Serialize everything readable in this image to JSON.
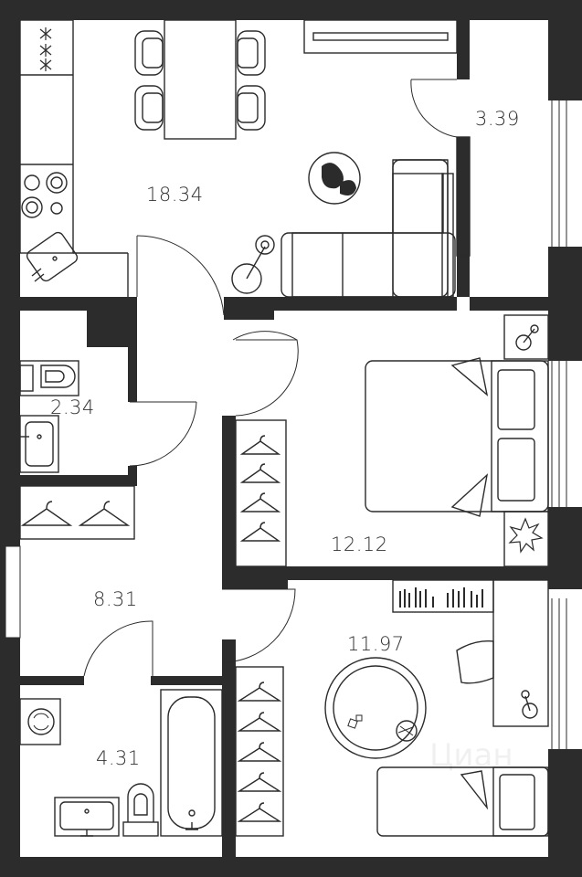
{
  "plan": {
    "wall_color": "#2c2c2c",
    "line_color": "#2b2b2b",
    "background": "#ffffff",
    "watermark": "Циан",
    "rooms": [
      {
        "id": "living-kitchen",
        "area": "18.34"
      },
      {
        "id": "balcony",
        "area": "3.39"
      },
      {
        "id": "toilet",
        "area": "2.34"
      },
      {
        "id": "bedroom",
        "area": "12.12"
      },
      {
        "id": "hallway",
        "area": "8.31"
      },
      {
        "id": "second-room",
        "area": "11.97"
      },
      {
        "id": "bathroom",
        "area": "4.31"
      }
    ]
  }
}
